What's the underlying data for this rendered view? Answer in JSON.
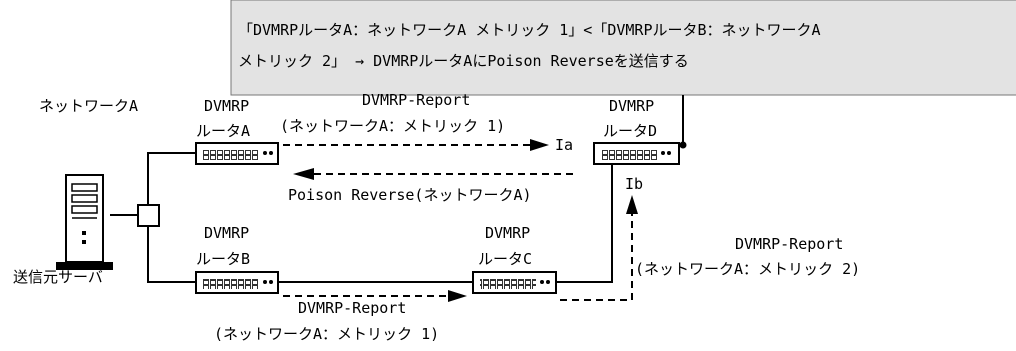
{
  "callout": {
    "line1": "「DVMRPルータA：ネットワークA メトリック 1」<「DVMRPルータB：ネットワークA",
    "line2": "メトリック 2」 → DVMRPルータAにPoison Reverseを送信する"
  },
  "network_label": "ネットワークA",
  "server_label": "送信元サーバ",
  "routers": {
    "a": {
      "line1": "DVMRP",
      "line2": "ルータA"
    },
    "b": {
      "line1": "DVMRP",
      "line2": "ルータB"
    },
    "c": {
      "line1": "DVMRP",
      "line2": "ルータC"
    },
    "d": {
      "line1": "DVMRP",
      "line2": "ルータD"
    }
  },
  "interfaces": {
    "ia": "Ia",
    "ib": "Ib"
  },
  "messages": {
    "a_to_d": {
      "line1": "DVMRP-Report",
      "line2": "(ネットワークA：メトリック 1)"
    },
    "poison": {
      "line1": "Poison Reverse(ネットワークA)"
    },
    "c_to_d": {
      "line1": "DVMRP-Report",
      "line2": "(ネットワークA：メトリック 2)"
    },
    "b_to_c": {
      "line1": "DVMRP-Report",
      "line2": "(ネットワークA：メトリック 1)"
    }
  }
}
